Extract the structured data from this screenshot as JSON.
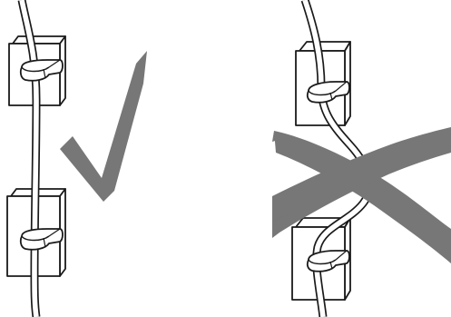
{
  "illustration": {
    "panels": [
      {
        "verdict": "correct",
        "indicator": "check-mark-icon",
        "cable_path": "straight",
        "clips": 2
      },
      {
        "verdict": "incorrect",
        "indicator": "cross-mark-icon",
        "cable_path": "s-curve-loose",
        "clips": 2
      }
    ],
    "colors": {
      "background": "#ffffff",
      "outline": "#1a1a1a",
      "mark": "#777777",
      "fill": "#ffffff"
    }
  }
}
